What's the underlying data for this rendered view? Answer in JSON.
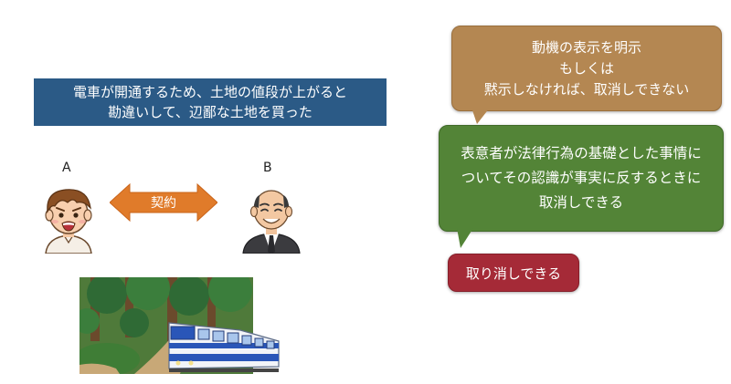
{
  "banner": {
    "line1": "電車が開通するため、土地の値段が上がると",
    "line2": "勘違いして、辺鄙な土地を買った"
  },
  "party_a": {
    "label": "A"
  },
  "party_b": {
    "label": "B"
  },
  "contract_arrow": {
    "label": "契約",
    "color": "#e07b2a"
  },
  "bubble_motive": {
    "lines": [
      "動機の表示を明示",
      "もしくは",
      "黙示しなければ、取消しできない"
    ],
    "color": "#b48752"
  },
  "bubble_rule": {
    "lines": [
      "表意者が法律行為の基礎とした事情に",
      "ついてその認識が事実に反するときに",
      "取消しできる"
    ],
    "color": "#538437"
  },
  "bubble_result": {
    "label": "取り消しできる",
    "color": "#a52a37"
  },
  "icons": [
    "worried-man-icon",
    "smiling-businessman-icon",
    "train-in-forest-illustration"
  ]
}
